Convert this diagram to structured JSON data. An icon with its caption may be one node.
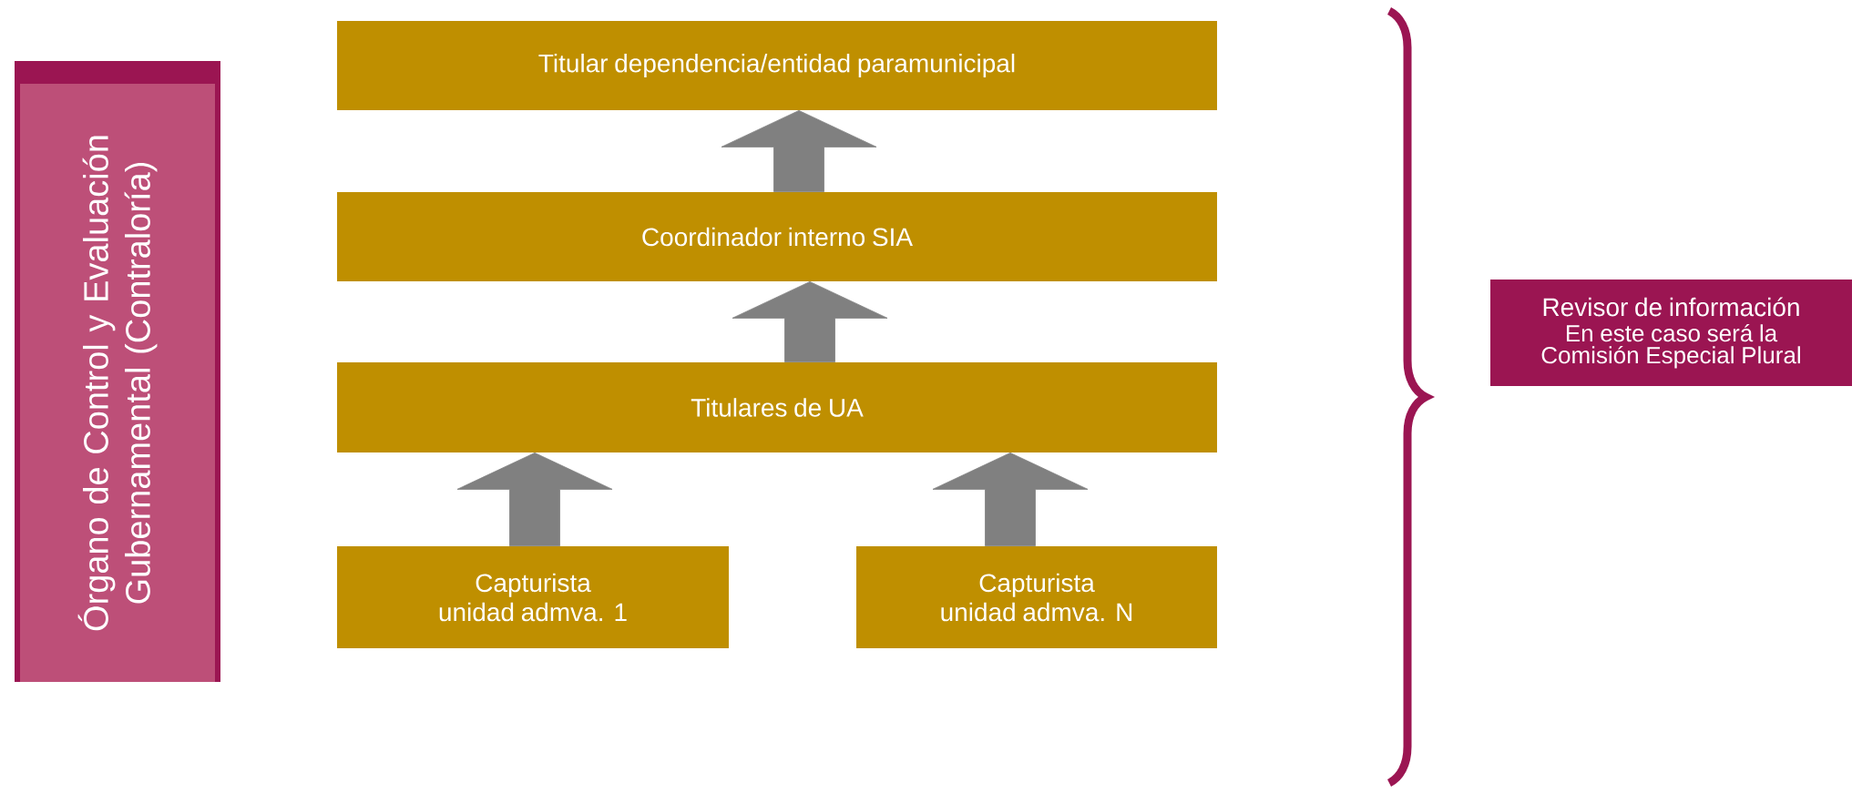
{
  "diagram": {
    "nodes": [
      {
        "text": [
          "Órgano de Control y Evaluación Gubernamental (Contraloría)"
        ]
      },
      {
        "text": [
          "Titular  dependencia/entidad paramunicipal"
        ]
      },
      {
        "text": [
          "Coordinador interno SIA"
        ]
      },
      {
        "text": [
          "Titulares de UA"
        ]
      },
      {
        "text": [
          "Capturista",
          "unidad admva.  1"
        ]
      },
      {
        "text": [
          "Capturista",
          "unidad admva.  N"
        ]
      },
      {
        "text": [
          "Revisor de información",
          "En este caso será la Comisión Especial Plural"
        ]
      }
    ],
    "edges": [
      {
        "from": 2,
        "to": 1,
        "arrow": "to"
      },
      {
        "from": 3,
        "to": 2,
        "arrow": "to"
      },
      {
        "from": 4,
        "to": 3,
        "arrow": "to"
      },
      {
        "from": 5,
        "to": 3,
        "arrow": "to"
      }
    ]
  }
}
